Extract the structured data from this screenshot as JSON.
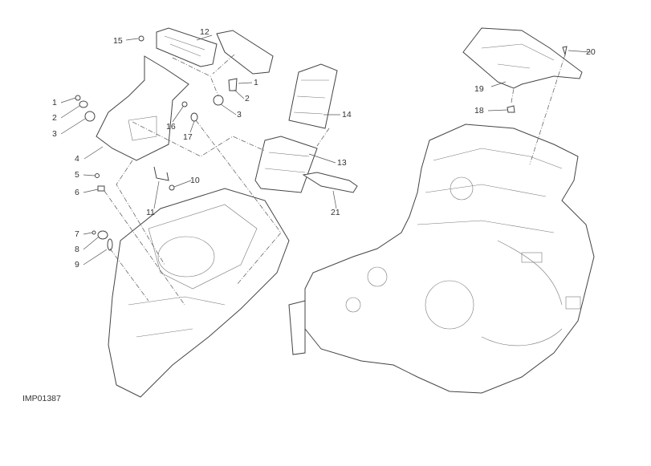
{
  "drawing_code": "IMP01387",
  "callouts": [
    {
      "id": "12",
      "label": "12"
    },
    {
      "id": "15",
      "label": "15"
    },
    {
      "id": "1-right",
      "label": "1"
    },
    {
      "id": "2-right",
      "label": "2"
    },
    {
      "id": "3-right",
      "label": "3"
    },
    {
      "id": "1-left",
      "label": "1"
    },
    {
      "id": "2-left",
      "label": "2"
    },
    {
      "id": "3-left",
      "label": "3"
    },
    {
      "id": "4",
      "label": "4"
    },
    {
      "id": "16",
      "label": "16"
    },
    {
      "id": "17",
      "label": "17"
    },
    {
      "id": "14",
      "label": "14"
    },
    {
      "id": "13",
      "label": "13"
    },
    {
      "id": "21",
      "label": "21"
    },
    {
      "id": "5",
      "label": "5"
    },
    {
      "id": "6",
      "label": "6"
    },
    {
      "id": "10",
      "label": "10"
    },
    {
      "id": "11",
      "label": "11"
    },
    {
      "id": "7",
      "label": "7"
    },
    {
      "id": "8",
      "label": "8"
    },
    {
      "id": "9",
      "label": "9"
    },
    {
      "id": "20",
      "label": "20"
    },
    {
      "id": "19",
      "label": "19"
    },
    {
      "id": "18",
      "label": "18"
    }
  ]
}
